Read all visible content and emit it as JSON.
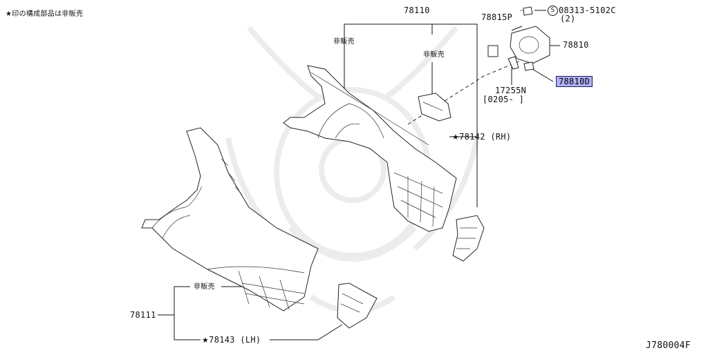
{
  "header_note": "★印の構成部品は非販売",
  "diagram_code": "J780004F",
  "callouts": {
    "p78110": "78110",
    "not_for_sale_1": "非販売",
    "not_for_sale_2": "非販売",
    "p78815p": "78815P",
    "bolt_code": "08313-5102C",
    "bolt_qty": "(2)",
    "bolt_symbol": "S",
    "p78810": "78810",
    "p78810d": "78810D",
    "p17255n": "17255N",
    "date_range": "[0205-      ]",
    "p78142_star": "★",
    "p78142": "78142 (RH)",
    "not_for_sale_3": "非販売",
    "p78111": "78111",
    "p78143_star": "★",
    "p78143": "78143 (LH)"
  },
  "selected_part": "78810D"
}
